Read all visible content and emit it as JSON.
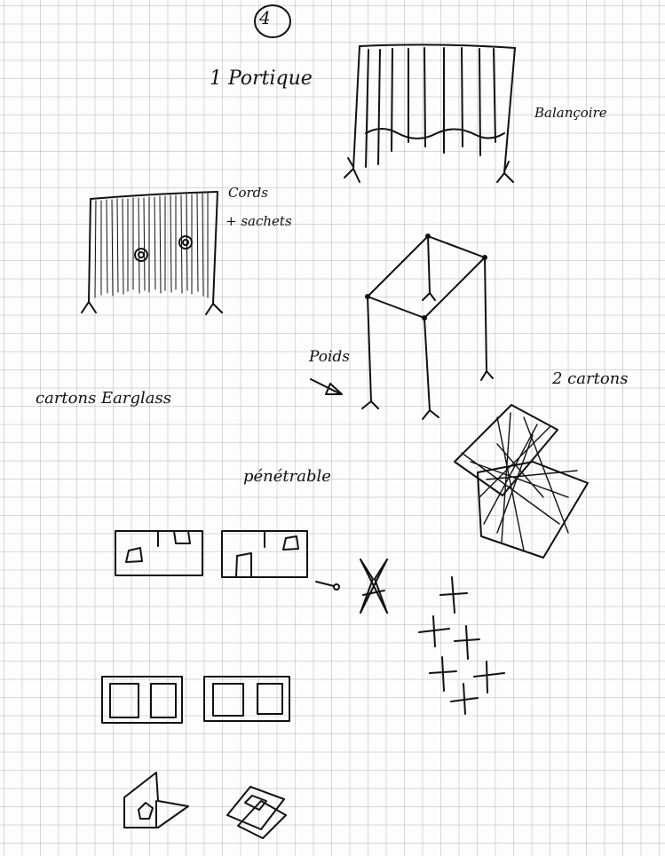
{
  "page_number": "4",
  "notes": {
    "portique": "1 Portique",
    "balancoire": "Balançoire",
    "cords": "Cords",
    "sachets": "+ sachets",
    "poids": "Poids",
    "cartons_earglass": "cartons   Earglass",
    "deux_cartons": "2 cartons",
    "penetrable": "pénétrable"
  },
  "ink_color": "#111111"
}
